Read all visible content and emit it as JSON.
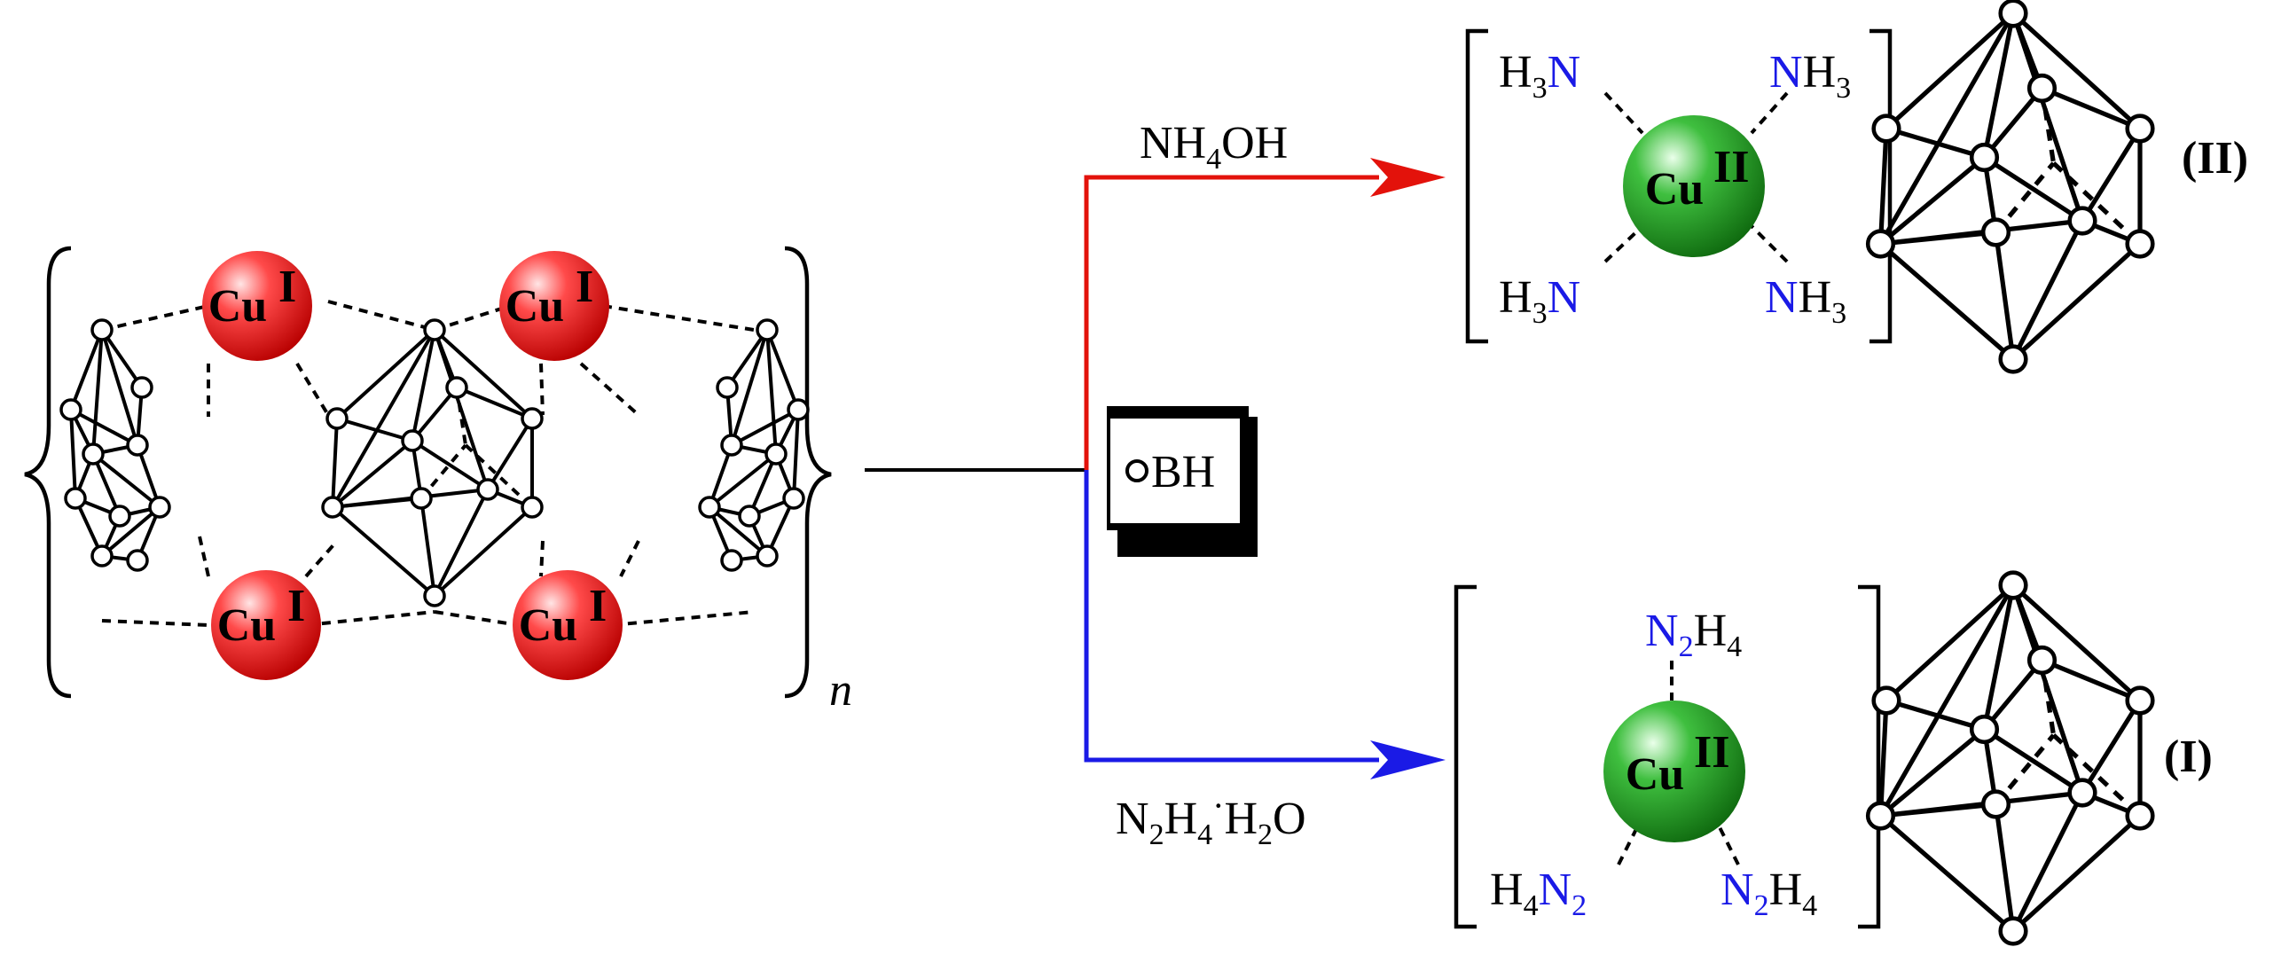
{
  "reagents": {
    "top": {
      "text": "NH",
      "sub": "4",
      "tail": "OH",
      "color": "#e3120b"
    },
    "bottom": {
      "p1": "N",
      "s1": "2",
      "p2": "H",
      "s2": "4",
      "dot": "·",
      "p3": "H",
      "s3": "2",
      "p4": "O",
      "color": "#1a1ae6"
    }
  },
  "legend": {
    "label": "BH"
  },
  "polymer": {
    "cu_symbol": "Cu",
    "cu_oxidation": "I",
    "subscript_n": "n",
    "sphere_color": "#e00000"
  },
  "product_ii": {
    "label": "(II)",
    "cu_symbol": "Cu",
    "cu_oxidation": "II",
    "ligands": {
      "tl": {
        "a": "H",
        "as": "3",
        "b": "N"
      },
      "tr": {
        "a": "N",
        "b": "H",
        "bs": "3"
      },
      "bl": {
        "a": "H",
        "as": "3",
        "b": "N"
      },
      "br": {
        "a": "N",
        "b": "H",
        "bs": "3"
      }
    }
  },
  "product_i": {
    "label": "(I)",
    "cu_symbol": "Cu",
    "cu_oxidation": "II",
    "ligands": {
      "top": {
        "a": "N",
        "as": "2",
        "b": "H",
        "bs": "4"
      },
      "bl": {
        "a": "H",
        "as": "4",
        "b": "N",
        "bs": "2"
      },
      "br": {
        "a": "N",
        "as": "2",
        "b": "H",
        "bs": "4"
      }
    }
  },
  "colors": {
    "nitrogen": "#1a1ae6",
    "cu_ii_sphere": "#1a9a1a"
  }
}
